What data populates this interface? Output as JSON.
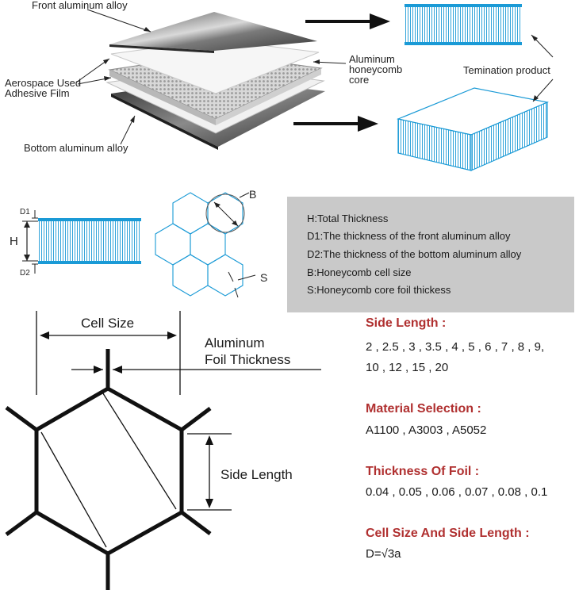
{
  "layers": {
    "front_label": "Front aluminum alloy",
    "adhesive_label": [
      "Aerospace Used",
      "Adhesive Film"
    ],
    "core_label": [
      "Aluminum",
      "honeycomb",
      "core"
    ],
    "bottom_label": "Bottom aluminum alloy",
    "product_label": "Temination product"
  },
  "section": {
    "d1": "D1",
    "h": "H",
    "d2": "D2",
    "b": "B",
    "s": "S"
  },
  "legend": [
    "H:Total Thickness",
    "D1:The thickness of the front aluminum alloy",
    "D2:The thickness of the bottom aluminum alloy",
    "B:Honeycomb cell size",
    "S:Honeycomb core foil thickess"
  ],
  "hex_diagram": {
    "cell_size": "Cell Size",
    "foil_thickness": [
      "Aluminum",
      "Foil Thickness"
    ],
    "side_length": "Side Length"
  },
  "specs": {
    "side_length_head": "Side Length :",
    "side_length_vals": [
      "2 , 2.5 , 3 , 3.5 , 4 , 5 , 6 , 7 , 8 , 9,",
      "10 , 12 , 15 , 20"
    ],
    "material_head": "Material Selection :",
    "material_val": "A1100 , A3003 , A5052",
    "foil_head": "Thickness Of Foil :",
    "foil_val": "0.04 , 0.05 , 0.06 , 0.07 , 0.08 , 0.1",
    "cell_head": "Cell Size And Side Length :",
    "cell_val": "D=√3a"
  },
  "colors": {
    "accent_blue": "#1a9ad6",
    "heading_red": "#b03030",
    "legend_bg": "#c9c9c9"
  }
}
